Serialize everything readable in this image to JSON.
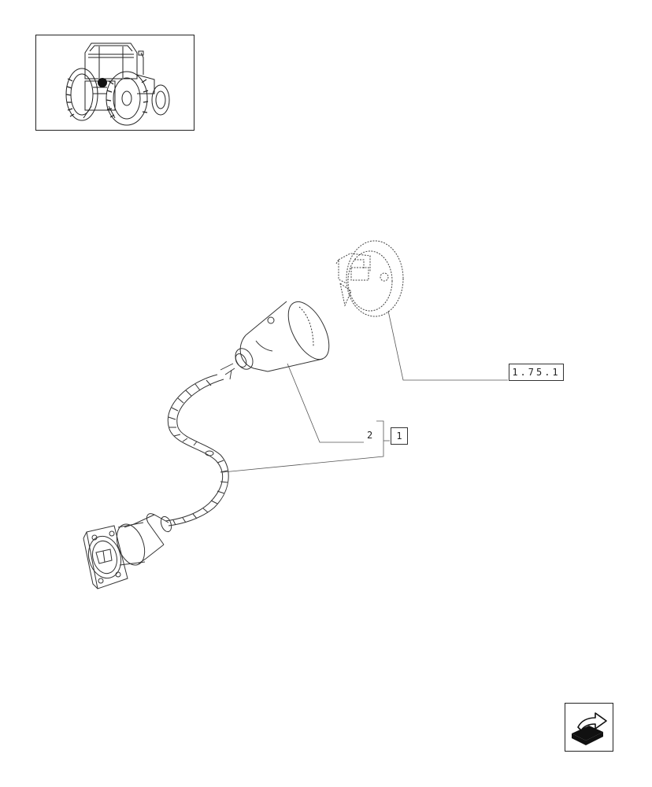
{
  "thumbnail": {
    "icon": "tractor-rear-view"
  },
  "callouts": {
    "item_2": "2",
    "ref_1": "1",
    "ref_1751": "1.75.1"
  },
  "navigation": {
    "icon": "next-page-arrow-icon"
  }
}
